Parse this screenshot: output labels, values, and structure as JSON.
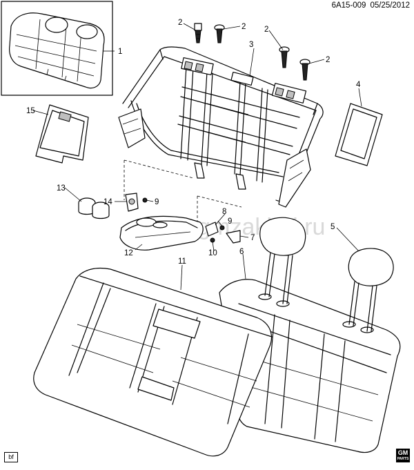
{
  "header": {
    "diagram_id": "6A15-009",
    "date": "05/25/2012"
  },
  "watermark": "www.gmzaklad.ru",
  "callouts": {
    "c1": "1",
    "c2a": "2",
    "c2b": "2",
    "c2c": "2",
    "c2d": "2",
    "c3": "3",
    "c4": "4",
    "c5": "5",
    "c6": "6",
    "c7": "7",
    "c8": "8",
    "c9a": "9",
    "c9b": "9",
    "c10": "10",
    "c11": "11",
    "c12": "12",
    "c13": "13",
    "c14": "14",
    "c15": "15"
  },
  "footer": {
    "tag": "bf",
    "logo": "GM",
    "logo_sub": "PARTS"
  }
}
